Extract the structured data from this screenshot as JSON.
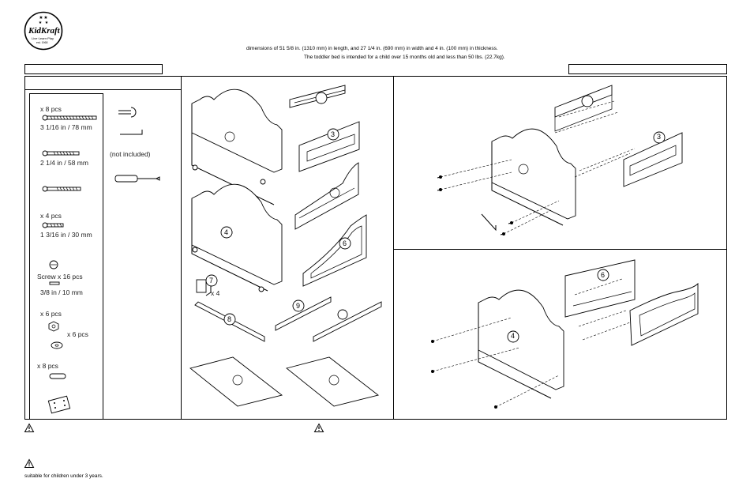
{
  "logo": {
    "brand": "KidKraft",
    "tagline": "Live·Learn·Play",
    "est": "est. 1968"
  },
  "header": {
    "line1": "dimensions of 51 5/8 in. (1310 mm) in length, and 27 1/4 in. (690 mm) in width and 4 in. (100 mm) in thickness.",
    "line2": "The toddler bed is intended for a child over 15 months old and less than 50 lbs. (22.7kg)."
  },
  "hardware": {
    "bolt78_qty": "x 8 pcs",
    "bolt78_size": "3 1/16 in / 78 mm",
    "bolt58_size": "2 1/4 in / 58 mm",
    "bolt30_qty": "x 4 pcs",
    "bolt30_size": "1 3/16 in / 30 mm",
    "screw_qty": "Screw x 16 pcs",
    "screw_size": "3/8 in / 10 mm",
    "nut_qty": "x 6 pcs",
    "washer_qty": "x 6 pcs",
    "dowel_qty": "x 8 pcs",
    "not_included": "(not included)"
  },
  "parts": {
    "p3": "3",
    "p4": "4",
    "p6": "6",
    "p7": "7",
    "p8": "8",
    "p9": "9",
    "p7_qty": "x 4"
  },
  "steps": {
    "p3": "3",
    "p6": "6",
    "p4": "4"
  },
  "footer": {
    "note": "suitable for children under 3 years."
  }
}
